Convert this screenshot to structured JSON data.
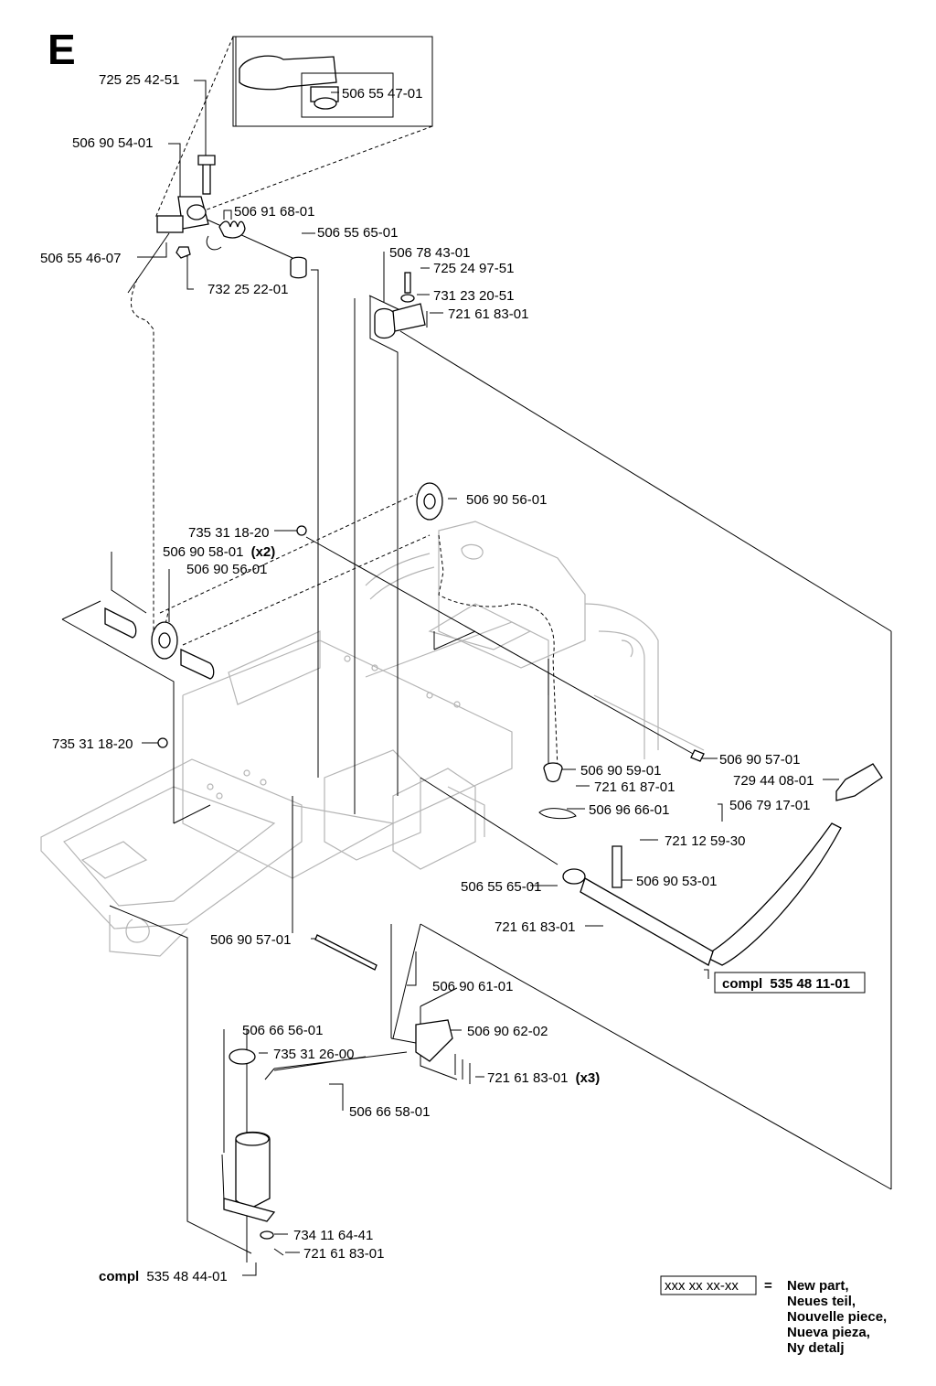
{
  "section": "E",
  "labels": [
    {
      "text": "725 25 42-51"
    },
    {
      "text": "506 55 47-01"
    },
    {
      "text": "506 90 54-01"
    },
    {
      "text": "506 91 68-01"
    },
    {
      "text": "506 55 65-01"
    },
    {
      "text": "506 55 46-07"
    },
    {
      "text": "732 25 22-01"
    },
    {
      "text": "506 78 43-01"
    },
    {
      "text": "725 24 97-51"
    },
    {
      "text": "731 23 20-51"
    },
    {
      "text": "721 61 83-01"
    },
    {
      "text": "506 90 56-01"
    },
    {
      "text": "735 31 18-20"
    },
    {
      "text": "506 90 58-01",
      "suffix": "(x2)"
    },
    {
      "text": "506 90 56-01"
    },
    {
      "text": "735 31 18-20"
    },
    {
      "text": "506 90 57-01"
    },
    {
      "text": "506 90 59-01"
    },
    {
      "text": "729 44 08-01"
    },
    {
      "text": "721 61 87-01"
    },
    {
      "text": "506 79 17-01"
    },
    {
      "text": "506 96 66-01"
    },
    {
      "text": "721 12 59-30"
    },
    {
      "text": "506 55 65-01"
    },
    {
      "text": "506 90 53-01"
    },
    {
      "text": "721 61 83-01"
    },
    {
      "text": "506 90 57-01"
    },
    {
      "text": "506 90 61-01"
    },
    {
      "text": "506 66 56-01"
    },
    {
      "text": "506 90 62-02"
    },
    {
      "text": "735 31 26-00"
    },
    {
      "text": "721 61 83-01",
      "suffix": "(x3)"
    },
    {
      "text": "506 66 58-01"
    },
    {
      "text": "734 11 64-41"
    },
    {
      "text": "721 61 83-01"
    }
  ],
  "assemblies": [
    {
      "prefix": "compl",
      "number": "535 48 11-01"
    },
    {
      "prefix": "compl",
      "number": "535 48 44-01"
    }
  ],
  "legend": {
    "sample": "xxx xx xx-xx",
    "equals": "=",
    "lines": [
      "New part,",
      "Neues teil,",
      "Nouvelle piece,",
      "Nueva pieza,",
      "Ny detalj"
    ]
  }
}
